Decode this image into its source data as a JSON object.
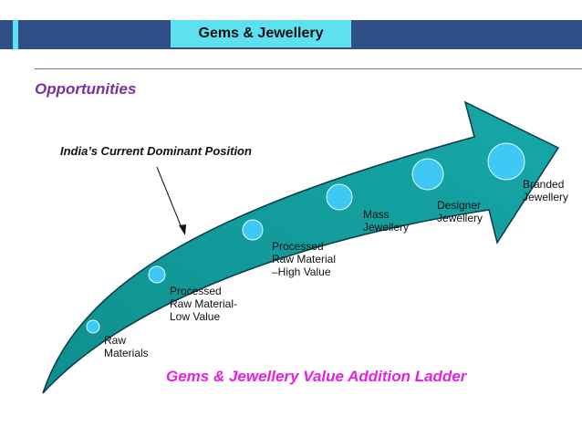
{
  "header": {
    "title": "Gems & Jewellery",
    "accent_color": "#5ee0ee",
    "dark_color": "#2f4f86"
  },
  "section": {
    "heading": "Opportunities"
  },
  "annotation": {
    "label": "India’s Current Dominant Position"
  },
  "ladder": {
    "caption": "Gems & Jewellery Value Addition Ladder",
    "arrow_color": "#129b9b",
    "circle_color": "#3dc8f5",
    "steps": [
      {
        "label": "Raw\nMaterials"
      },
      {
        "label": "Processed\nRaw Material-\nLow Value"
      },
      {
        "label": "Processed\nRaw Material\n–High Value"
      },
      {
        "label": "Mass\nJewellery"
      },
      {
        "label": "Designer\nJewellery"
      },
      {
        "label": "Branded\nJewellery"
      }
    ]
  }
}
